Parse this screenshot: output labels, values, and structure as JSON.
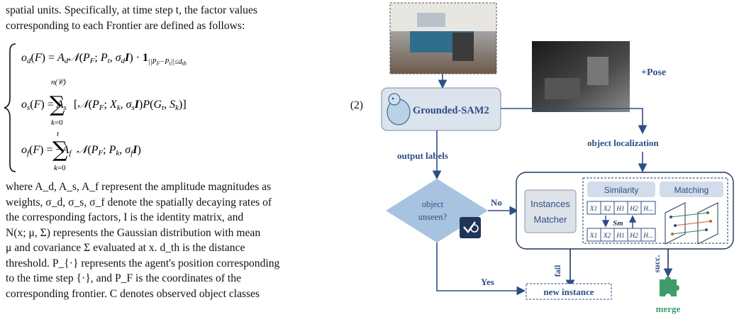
{
  "text": {
    "p1_line1": "spatial units. Specifically, at time step t, the factor values",
    "p1_line2": "corresponding to each Frontier are defined as follows:",
    "eq_number": "(2)",
    "p2_lines": [
      "where  A_d, A_s, A_f  represent the amplitude magnitudes as",
      "weights, σ_d, σ_s, σ_f  denote the spatially decaying rates of",
      "the corresponding factors,  I  is the identity matrix, and",
      "N(x; μ, Σ) represents the Gaussian distribution with mean",
      "μ  and covariance  Σ  evaluated at  x.  d_th  is the distance",
      "threshold. P_{·} represents the agent's position corresponding",
      "to the time step  {·},  and  P_F  is the coordinates of the",
      "corresponding frontier.  C  denotes observed object classes"
    ]
  },
  "figure": {
    "pose_label": "+Pose",
    "sam_label": "Grounded-SAM2",
    "output_labels": "output  labels",
    "object_localization": "object localization",
    "decision_line1": "object",
    "decision_line2": "unseen?",
    "no_label": "No",
    "yes_label": "Yes",
    "matcher_line1": "Instances",
    "matcher_line2": "Matcher",
    "similarity_label": "Similarity",
    "matching_label": "Matching",
    "feature_cells": [
      "X1",
      "X2",
      "H1",
      "H2",
      "H..."
    ],
    "sm_label": "Sm",
    "fail_label": "fail",
    "succ_label": "succ.",
    "new_instance": "new instance",
    "merge_label": "merge"
  }
}
